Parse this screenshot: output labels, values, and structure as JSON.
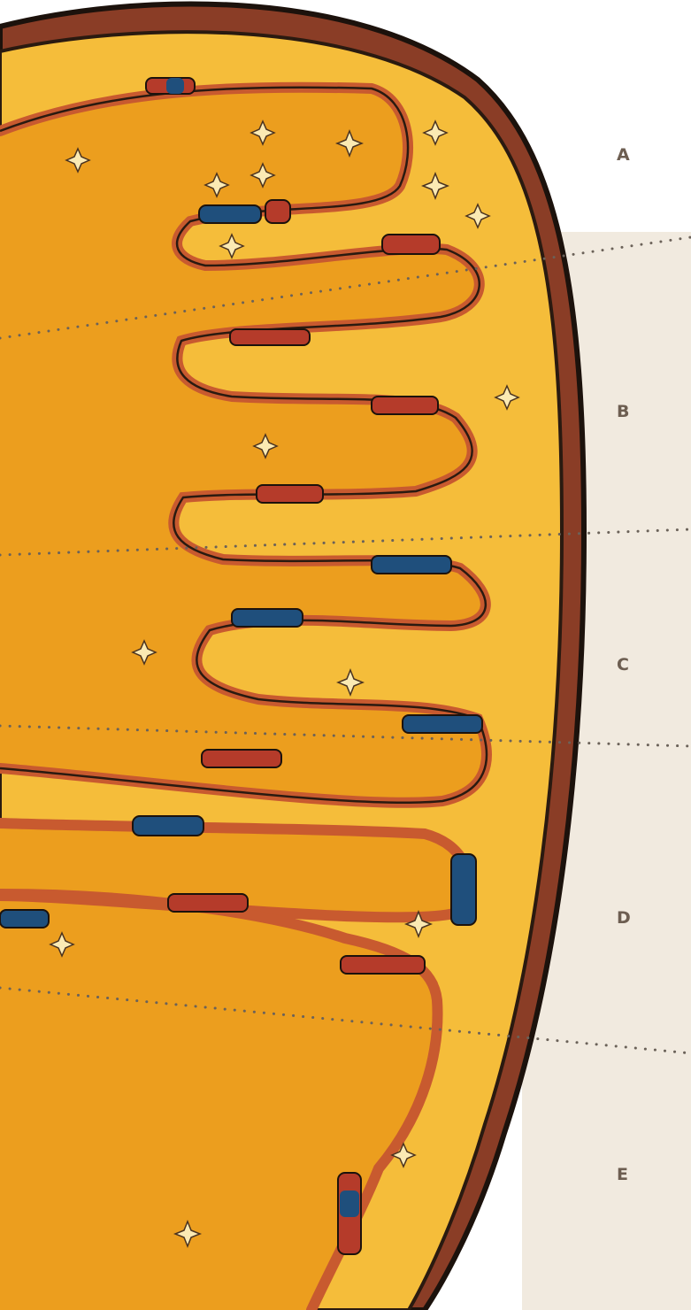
{
  "labels": [
    {
      "id": "a",
      "text": "A"
    },
    {
      "id": "b",
      "text": "B"
    },
    {
      "id": "c",
      "text": "C"
    },
    {
      "id": "d",
      "text": "D"
    },
    {
      "id": "e",
      "text": "E"
    }
  ],
  "colors": {
    "panel": "#f1eadf",
    "outer_membrane": "#8a3d26",
    "intermembrane_space": "#f5bd3a",
    "matrix": "#ec9e1e",
    "cristae": "#c85a2f",
    "protein_complex_blue": "#1f4f7c",
    "protein_complex_red": "#b53b2a",
    "sparkle": "#fbeab3",
    "dotted_leader": "#6b6259",
    "label_text": "#6d5e51"
  }
}
